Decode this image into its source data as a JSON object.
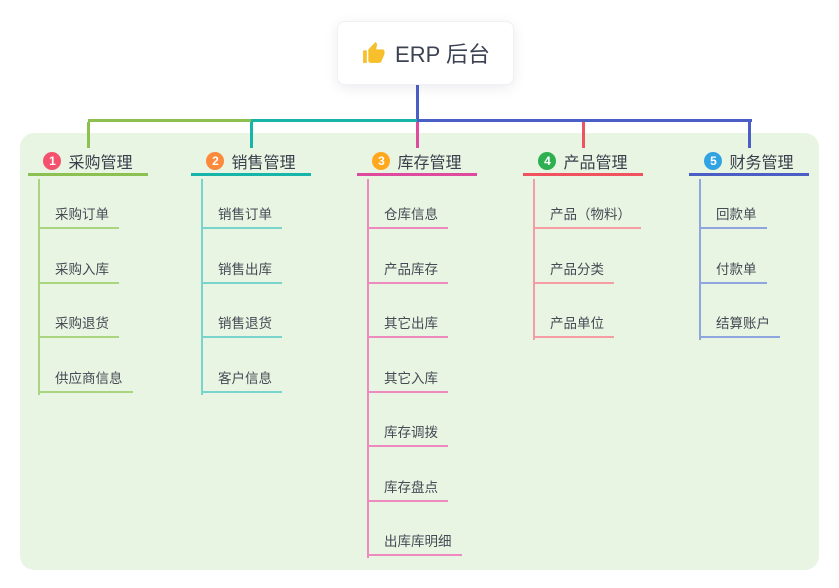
{
  "root": {
    "label": "ERP 后台",
    "icon": "thumbs-up-icon"
  },
  "branches": [
    {
      "number": "1",
      "title": "采购管理",
      "color": "#8cc152",
      "light": "#aad580",
      "badge_color": "#f4516c",
      "children": [
        "采购订单",
        "采购入库",
        "采购退货",
        "供应商信息"
      ]
    },
    {
      "number": "2",
      "title": "销售管理",
      "color": "#17b5a9",
      "light": "#79d5cb",
      "badge_color": "#fb8a3c",
      "children": [
        "销售订单",
        "销售出库",
        "销售退货",
        "客户信息"
      ]
    },
    {
      "number": "3",
      "title": "库存管理",
      "color": "#dd4a9e",
      "light": "#ef8ac0",
      "badge_color": "#ffa81d",
      "children": [
        "仓库信息",
        "产品库存",
        "其它出库",
        "其它入库",
        "库存调拨",
        "库存盘点",
        "出库库明细"
      ]
    },
    {
      "number": "4",
      "title": "产品管理",
      "color": "#f0525f",
      "light": "#f69ca4",
      "badge_color": "#2eb050",
      "children": [
        "产品（物料）",
        "产品分类",
        "产品单位"
      ]
    },
    {
      "number": "5",
      "title": "财务管理",
      "color": "#4b5ec6",
      "light": "#8fa5de",
      "badge_color": "#31a3e3",
      "children": [
        "回款单",
        "付款单",
        "结算账户"
      ]
    }
  ],
  "colors": {
    "root_line": "#4b5ec6",
    "panel_bg": "#e9f5e3",
    "canvas_bg": "#ffffff",
    "icon_yellow": "#f7bf2b"
  }
}
